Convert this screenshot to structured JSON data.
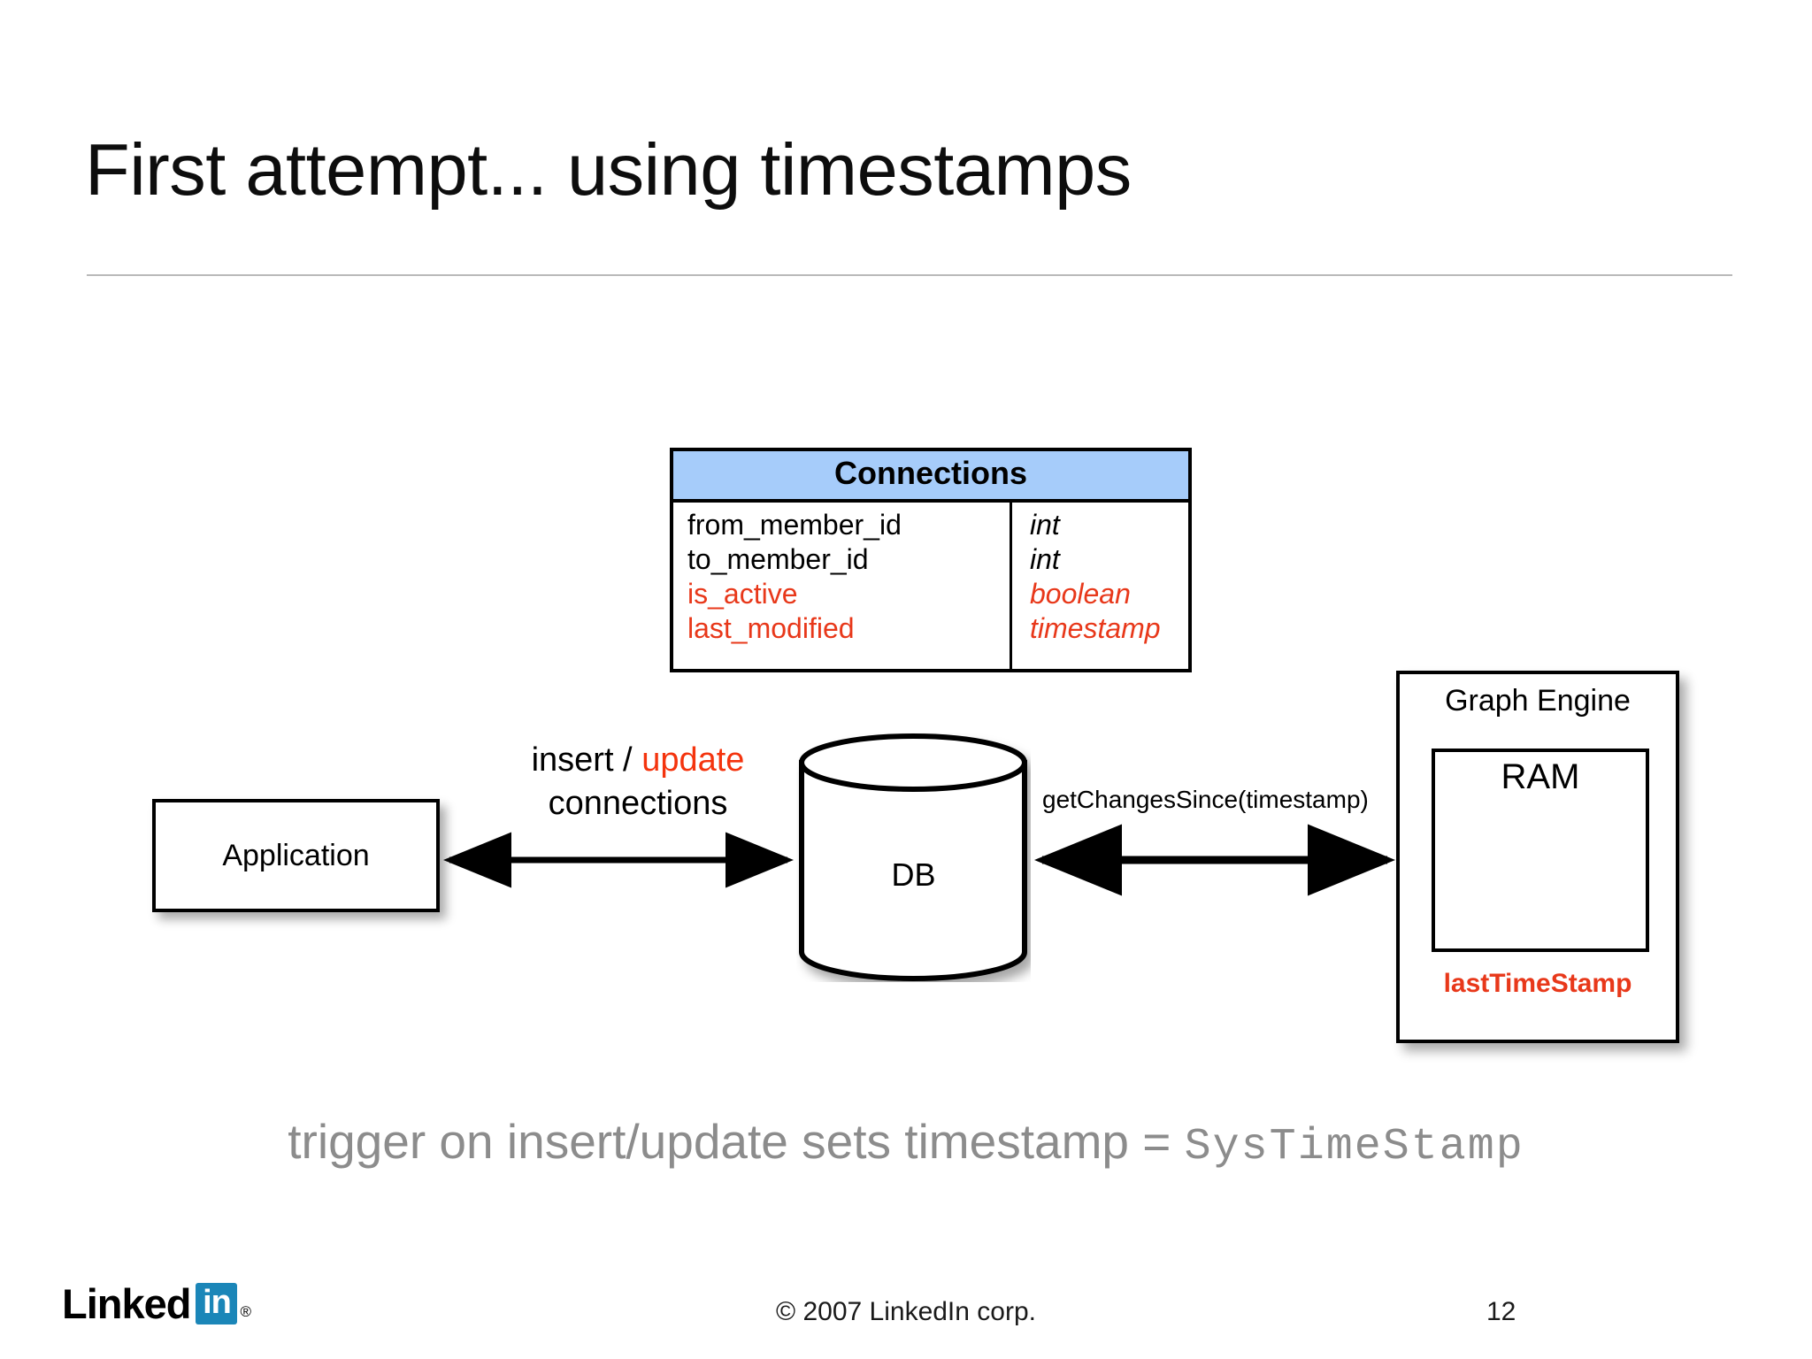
{
  "slide": {
    "title": "First attempt... using timestamps",
    "page_number": "12"
  },
  "connections_table": {
    "title": "Connections",
    "header_color": "#a6ccfa",
    "highlight_color": "#e8381a",
    "columns": [
      "field",
      "type"
    ],
    "rows": [
      {
        "field": "from_member_id",
        "type": "int",
        "highlighted": false
      },
      {
        "field": "to_member_id",
        "type": "int",
        "highlighted": false
      },
      {
        "field": "is_active",
        "type": "boolean",
        "highlighted": true
      },
      {
        "field": "last_modified",
        "type": "timestamp",
        "highlighted": true
      }
    ]
  },
  "diagram": {
    "application": {
      "label": "Application"
    },
    "database": {
      "label": "DB"
    },
    "graph_engine": {
      "label": "Graph Engine",
      "ram_label": "RAM",
      "last_timestamp_label": "lastTimeStamp",
      "last_timestamp_color": "#e8381a"
    },
    "left_edge_label": {
      "line1_prefix": "insert / ",
      "line1_highlight": "update",
      "line2": "connections",
      "highlight_color": "#f4340e"
    },
    "right_edge_label": "getChangesSince(timestamp)"
  },
  "caption": {
    "text_prefix": "trigger on insert/update sets timestamp = ",
    "text_mono": "SysTimeStamp",
    "color": "#8c8c8c"
  },
  "footer": {
    "logo_word": "Linked",
    "logo_badge": "in",
    "logo_registered": "®",
    "logo_badge_color": "#1b86b8",
    "copyright": "© 2007 LinkedIn corp."
  }
}
